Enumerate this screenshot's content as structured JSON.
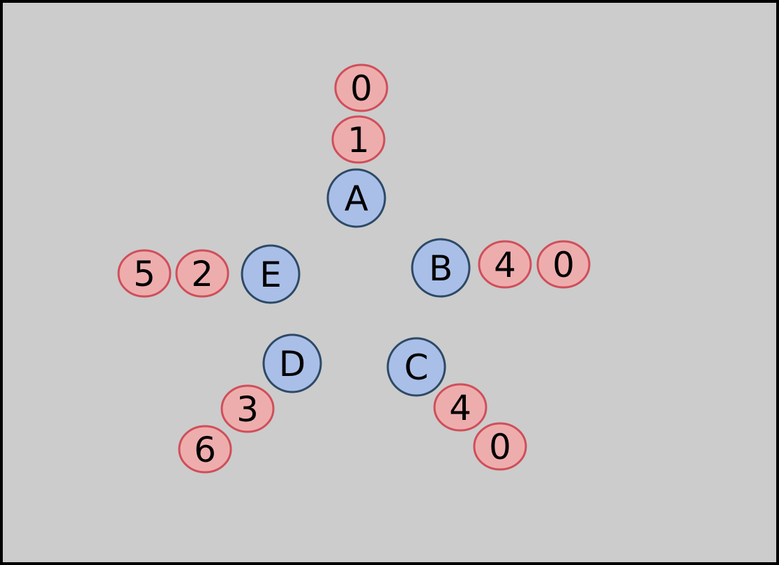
{
  "colors": {
    "background": "#cccccc",
    "frame_stroke": "#000000",
    "node_fill": "#a9bfe8",
    "node_stroke": "#2d4a66",
    "value_fill": "#eeadad",
    "value_stroke": "#cf4f5a"
  },
  "nodes": {
    "a": {
      "label": "A",
      "values": [
        "1",
        "0"
      ]
    },
    "b": {
      "label": "B",
      "values": [
        "4",
        "0"
      ]
    },
    "c": {
      "label": "C",
      "values": [
        "4",
        "0"
      ]
    },
    "d": {
      "label": "D",
      "values": [
        "3",
        "6"
      ]
    },
    "e": {
      "label": "E",
      "values": [
        "2",
        "5"
      ]
    }
  }
}
